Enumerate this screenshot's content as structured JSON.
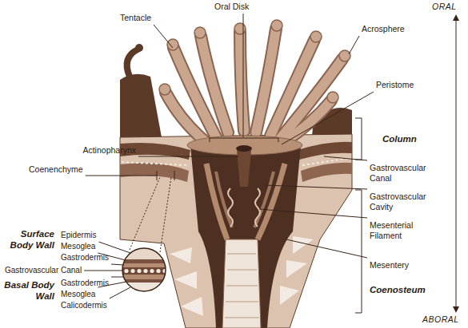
{
  "diagram": {
    "labels": [
      "ORAL",
      "Tentacle",
      "Oral Disk",
      "Acrosphere",
      "Peristome",
      "Actinopharynx",
      "Column",
      "Coenenchyme",
      "Gastrovascular Canal",
      "Gastrovascular Cavity",
      "Mesenterial Filament",
      "Surface Body Wall",
      "Epidermis",
      "Mesoglea",
      "Gastrodermis",
      "Gastrovascular Canal",
      "Basal Body Wall",
      "Gastrodermis",
      "Mesoglea",
      "Calicodermis",
      "Mesentery",
      "Coenosteum",
      "ABORAL"
    ]
  }
}
